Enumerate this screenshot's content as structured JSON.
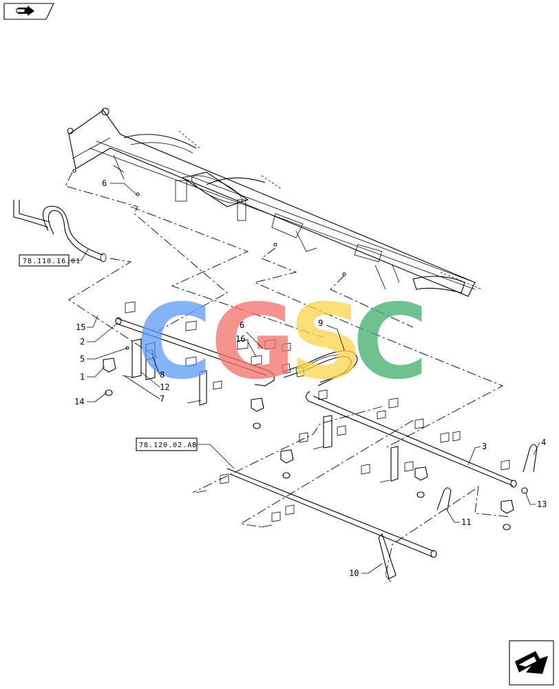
{
  "labels": {
    "l1": "1",
    "l2": "2",
    "l3": "3",
    "l4": "4",
    "l5": "5",
    "l6a": "6",
    "l6b": "6",
    "l7": "7",
    "l8": "8",
    "l9": "9",
    "l10": "10",
    "l11": "11",
    "l12": "12",
    "l13": "13",
    "l14": "14",
    "l15": "15",
    "l16": "16"
  },
  "references": {
    "ref_hose": "78.110.16.01",
    "ref_pipe": "78.120.02.AB"
  },
  "watermark": {
    "c1": "C",
    "g": "G",
    "s": "S",
    "c2": "C",
    "colors": {
      "c1": "#5b9bf5",
      "g": "#f36f6a",
      "s": "#fbd44a",
      "c2": "#3dae6c"
    }
  },
  "nav": {
    "prev_icon": "page-back-icon",
    "next_icon": "page-forward-icon"
  }
}
